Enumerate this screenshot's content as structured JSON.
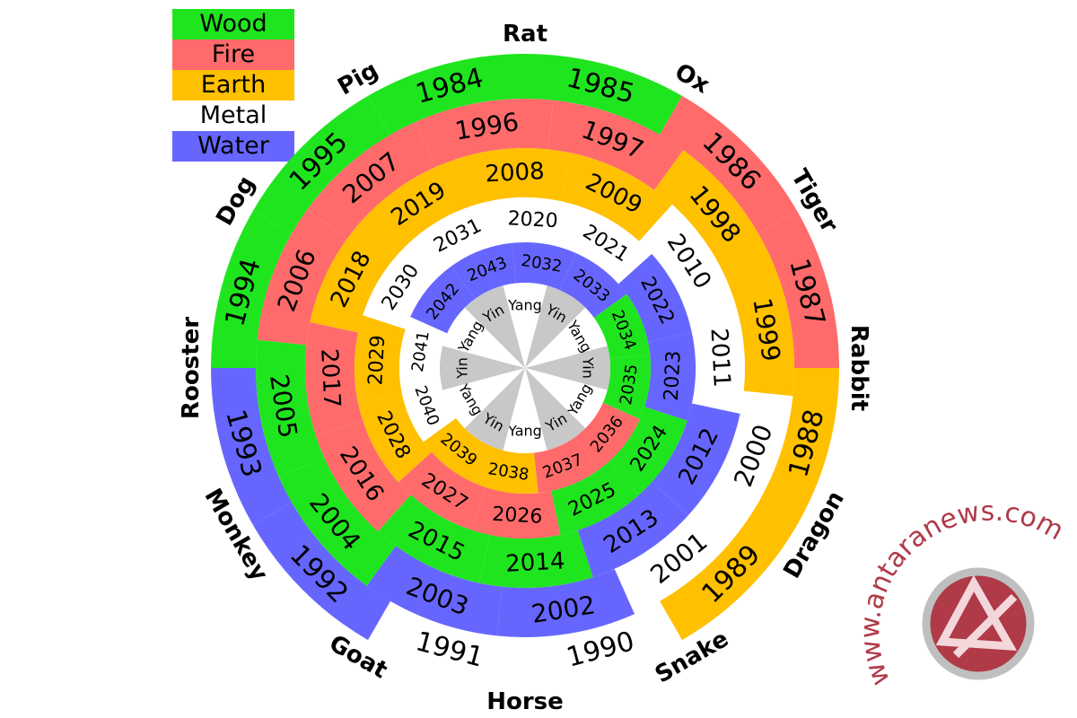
{
  "legend": {
    "items": [
      {
        "label": "Wood",
        "color": "#1FE51F"
      },
      {
        "label": "Fire",
        "color": "#FF6B6B"
      },
      {
        "label": "Earth",
        "color": "#FFC000"
      },
      {
        "label": "Metal",
        "color": "#FFFFFF"
      },
      {
        "label": "Water",
        "color": "#6666FF"
      }
    ]
  },
  "animals": [
    "Rat",
    "Ox",
    "Tiger",
    "Rabbit",
    "Dragon",
    "Snake",
    "Horse",
    "Goat",
    "Monkey",
    "Rooster",
    "Dog",
    "Pig"
  ],
  "rings": [
    {
      "years": [
        "1984",
        "1985",
        "1986",
        "1987",
        "1988",
        "1989",
        "1990",
        "1991",
        "1992",
        "1993",
        "1994",
        "1995"
      ],
      "elements": [
        "Wood",
        "Wood",
        "Fire",
        "Fire",
        "Earth",
        "Earth",
        "Metal",
        "Metal",
        "Water",
        "Water",
        "Wood",
        "Wood"
      ]
    },
    {
      "years": [
        "1996",
        "1997",
        "1998",
        "1999",
        "2000",
        "2001",
        "2002",
        "2003",
        "2004",
        "2005",
        "2006",
        "2007"
      ],
      "elements": [
        "Fire",
        "Fire",
        "Earth",
        "Earth",
        "Metal",
        "Metal",
        "Water",
        "Water",
        "Wood",
        "Wood",
        "Fire",
        "Fire"
      ]
    },
    {
      "years": [
        "2008",
        "2009",
        "2010",
        "2011",
        "2012",
        "2013",
        "2014",
        "2015",
        "2016",
        "2017",
        "2018",
        "2019"
      ],
      "elements": [
        "Earth",
        "Earth",
        "Metal",
        "Metal",
        "Water",
        "Water",
        "Wood",
        "Wood",
        "Fire",
        "Fire",
        "Earth",
        "Earth"
      ]
    },
    {
      "years": [
        "2020",
        "2021",
        "2022",
        "2023",
        "2024",
        "2025",
        "2026",
        "2027",
        "2028",
        "2029",
        "2030",
        "2031"
      ],
      "elements": [
        "Metal",
        "Metal",
        "Water",
        "Water",
        "Wood",
        "Wood",
        "Fire",
        "Fire",
        "Earth",
        "Earth",
        "Metal",
        "Metal"
      ]
    },
    {
      "years": [
        "2032",
        "2033",
        "2034",
        "2035",
        "2036",
        "2037",
        "2038",
        "2039",
        "2040",
        "2041",
        "2042",
        "2043"
      ],
      "elements": [
        "Water",
        "Water",
        "Wood",
        "Wood",
        "Fire",
        "Fire",
        "Earth",
        "Earth",
        "Metal",
        "Metal",
        "Water",
        "Water"
      ]
    }
  ],
  "polarity": [
    "Yang",
    "Yin",
    "Yang",
    "Yin",
    "Yang",
    "Yin",
    "Yang",
    "Yin",
    "Yang",
    "Yin",
    "Yang",
    "Yin"
  ],
  "watermark": {
    "text": "www.antaranews.com",
    "color": "#B03A48"
  }
}
